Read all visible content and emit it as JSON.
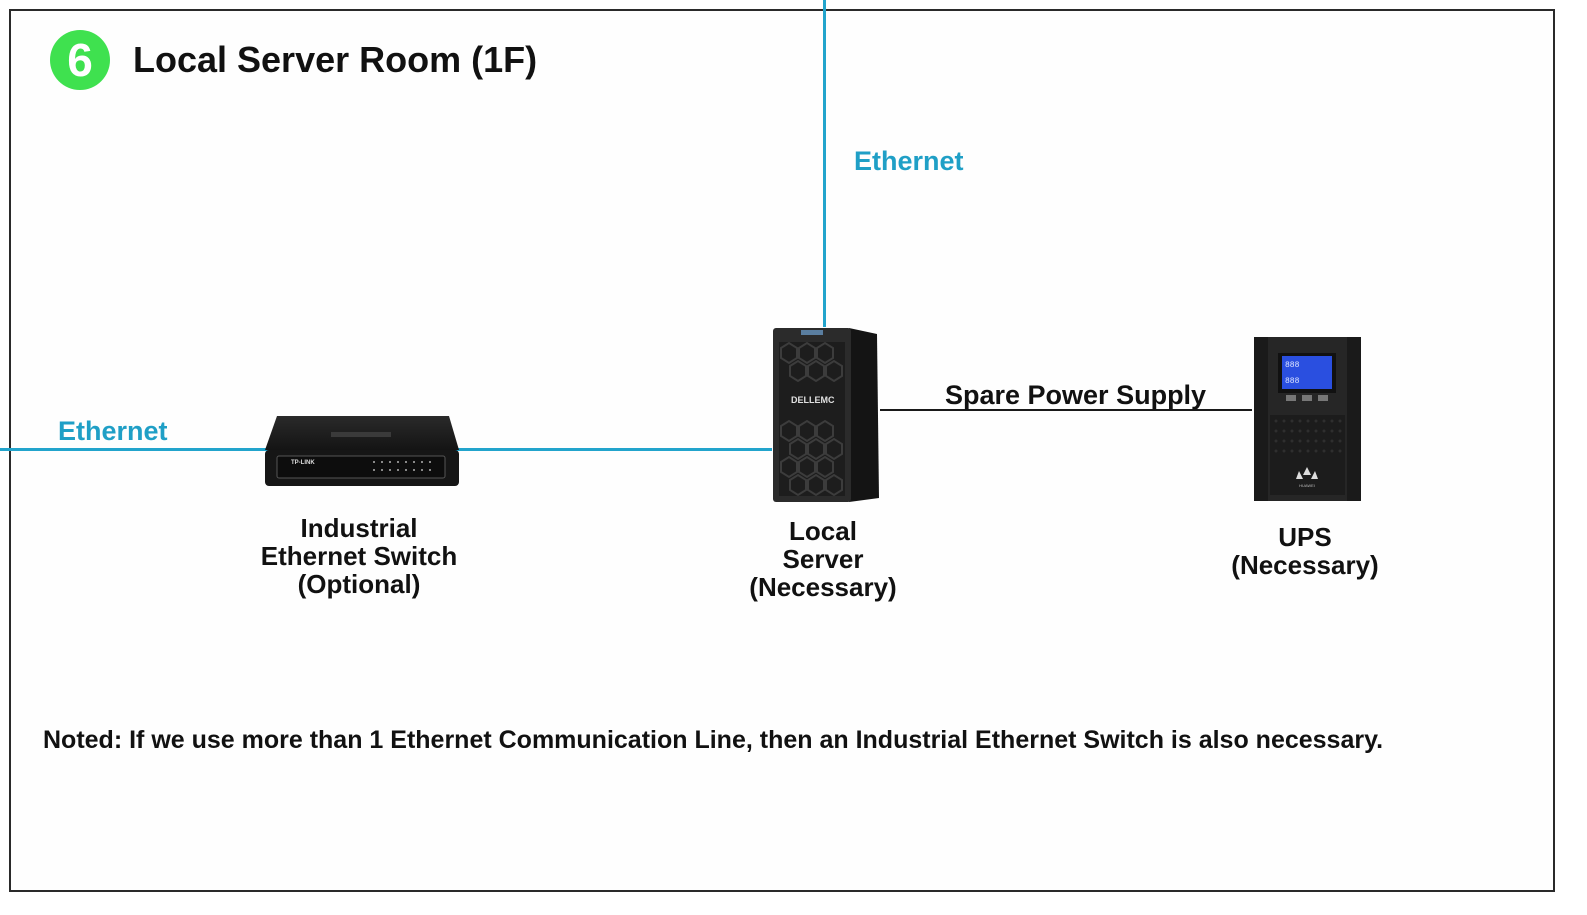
{
  "header": {
    "step_number": "6",
    "title": "Local Server Room (1F)",
    "badge_color": "#3fe14f"
  },
  "connections": {
    "ethernet_color": "#22a4cc",
    "ethernet_top_label": "Ethernet",
    "ethernet_left_label": "Ethernet",
    "power_label": "Spare Power Supply"
  },
  "devices": {
    "switch": {
      "icon": "ethernet-switch-icon",
      "brand": "TP-LINK",
      "label_lines": [
        "Industrial",
        "Ethernet Switch",
        "(Optional)"
      ]
    },
    "server": {
      "icon": "tower-server-icon",
      "brand": "DELLEMC",
      "label_lines": [
        "Local",
        "Server",
        "(Necessary)"
      ]
    },
    "ups": {
      "icon": "ups-icon",
      "brand": "HUAWEI",
      "label_lines": [
        "UPS",
        "(Necessary)"
      ]
    }
  },
  "note": "Noted: If we use more than 1 Ethernet Communication Line, then an Industrial Ethernet Switch is also necessary."
}
